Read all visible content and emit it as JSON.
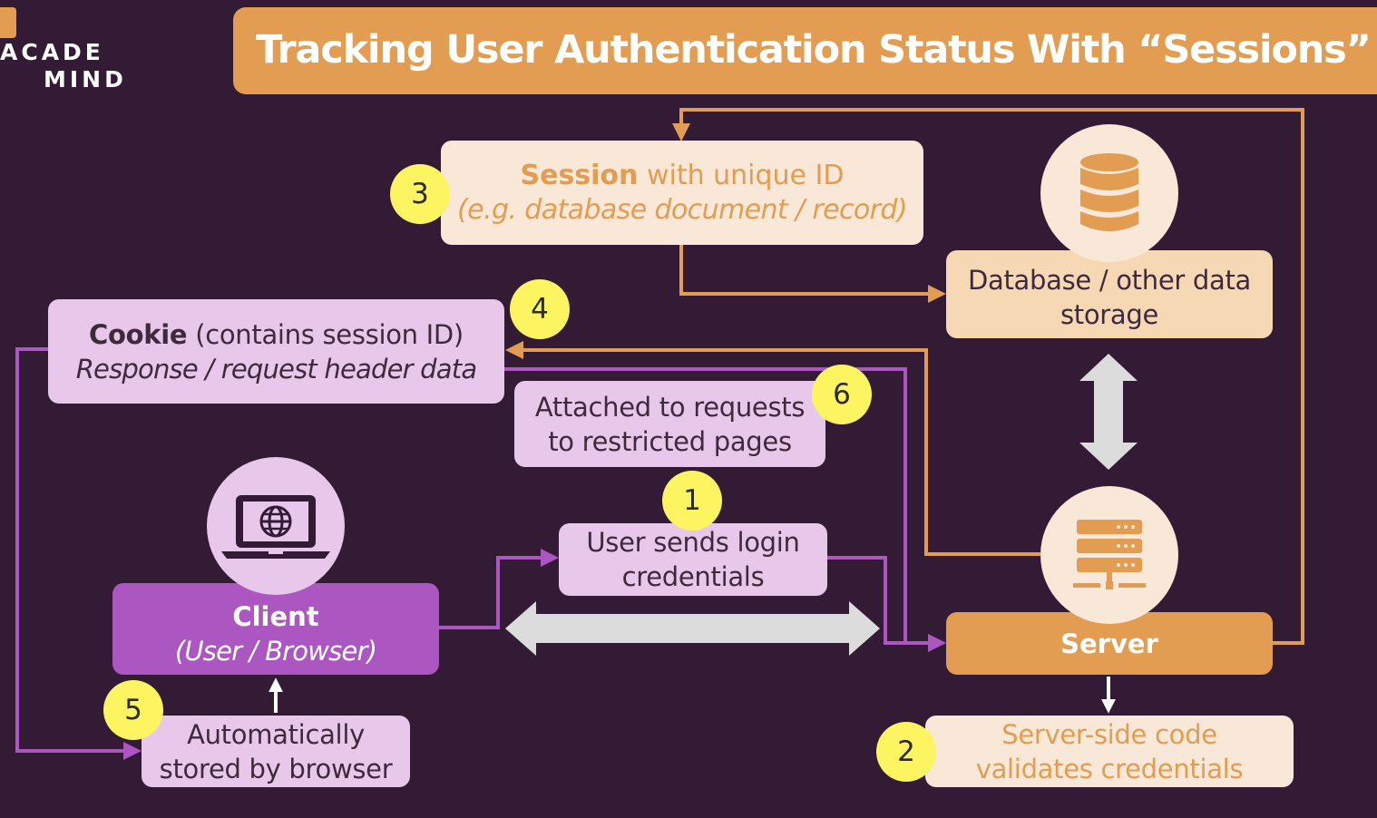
{
  "logo": {
    "line1": "ACADE",
    "line2": "MIND"
  },
  "title": "Tracking User Authentication Status With “Sessions”",
  "session_box": {
    "bold": "Session",
    "rest": " with unique ID",
    "line2": "(e.g. database document / record)"
  },
  "database_box": {
    "line1": "Database / other data",
    "line2": "storage"
  },
  "cookie_box": {
    "bold": "Cookie",
    "rest": " (contains session ID)",
    "line2": "Response / request header data"
  },
  "attached_box": {
    "line1": "Attached to requests",
    "line2": "to restricted pages"
  },
  "login_box": {
    "line1": "User sends login",
    "line2": "credentials"
  },
  "client_box": {
    "line1": "Client",
    "line2": "(User / Browser)"
  },
  "stored_box": {
    "line1": "Automatically",
    "line2": "stored by browser"
  },
  "server_box": {
    "label": "Server"
  },
  "validate_box": {
    "line1": "Server-side code",
    "line2": "validates credentials"
  },
  "badges": {
    "one": "1",
    "two": "2",
    "three": "3",
    "four": "4",
    "five": "5",
    "six": "6"
  },
  "icons": {
    "database": "database-icon",
    "server": "server-icon",
    "client": "laptop-globe-icon"
  },
  "colors": {
    "background": "#331a35",
    "orange": "#e39d52",
    "purple": "#ac57c1",
    "light_purple": "#e7c8ea",
    "cream": "#f9e7d7",
    "peach": "#f6d8b5",
    "badge_yellow": "#fcf561",
    "arrow_gray": "#dcdcdc"
  }
}
